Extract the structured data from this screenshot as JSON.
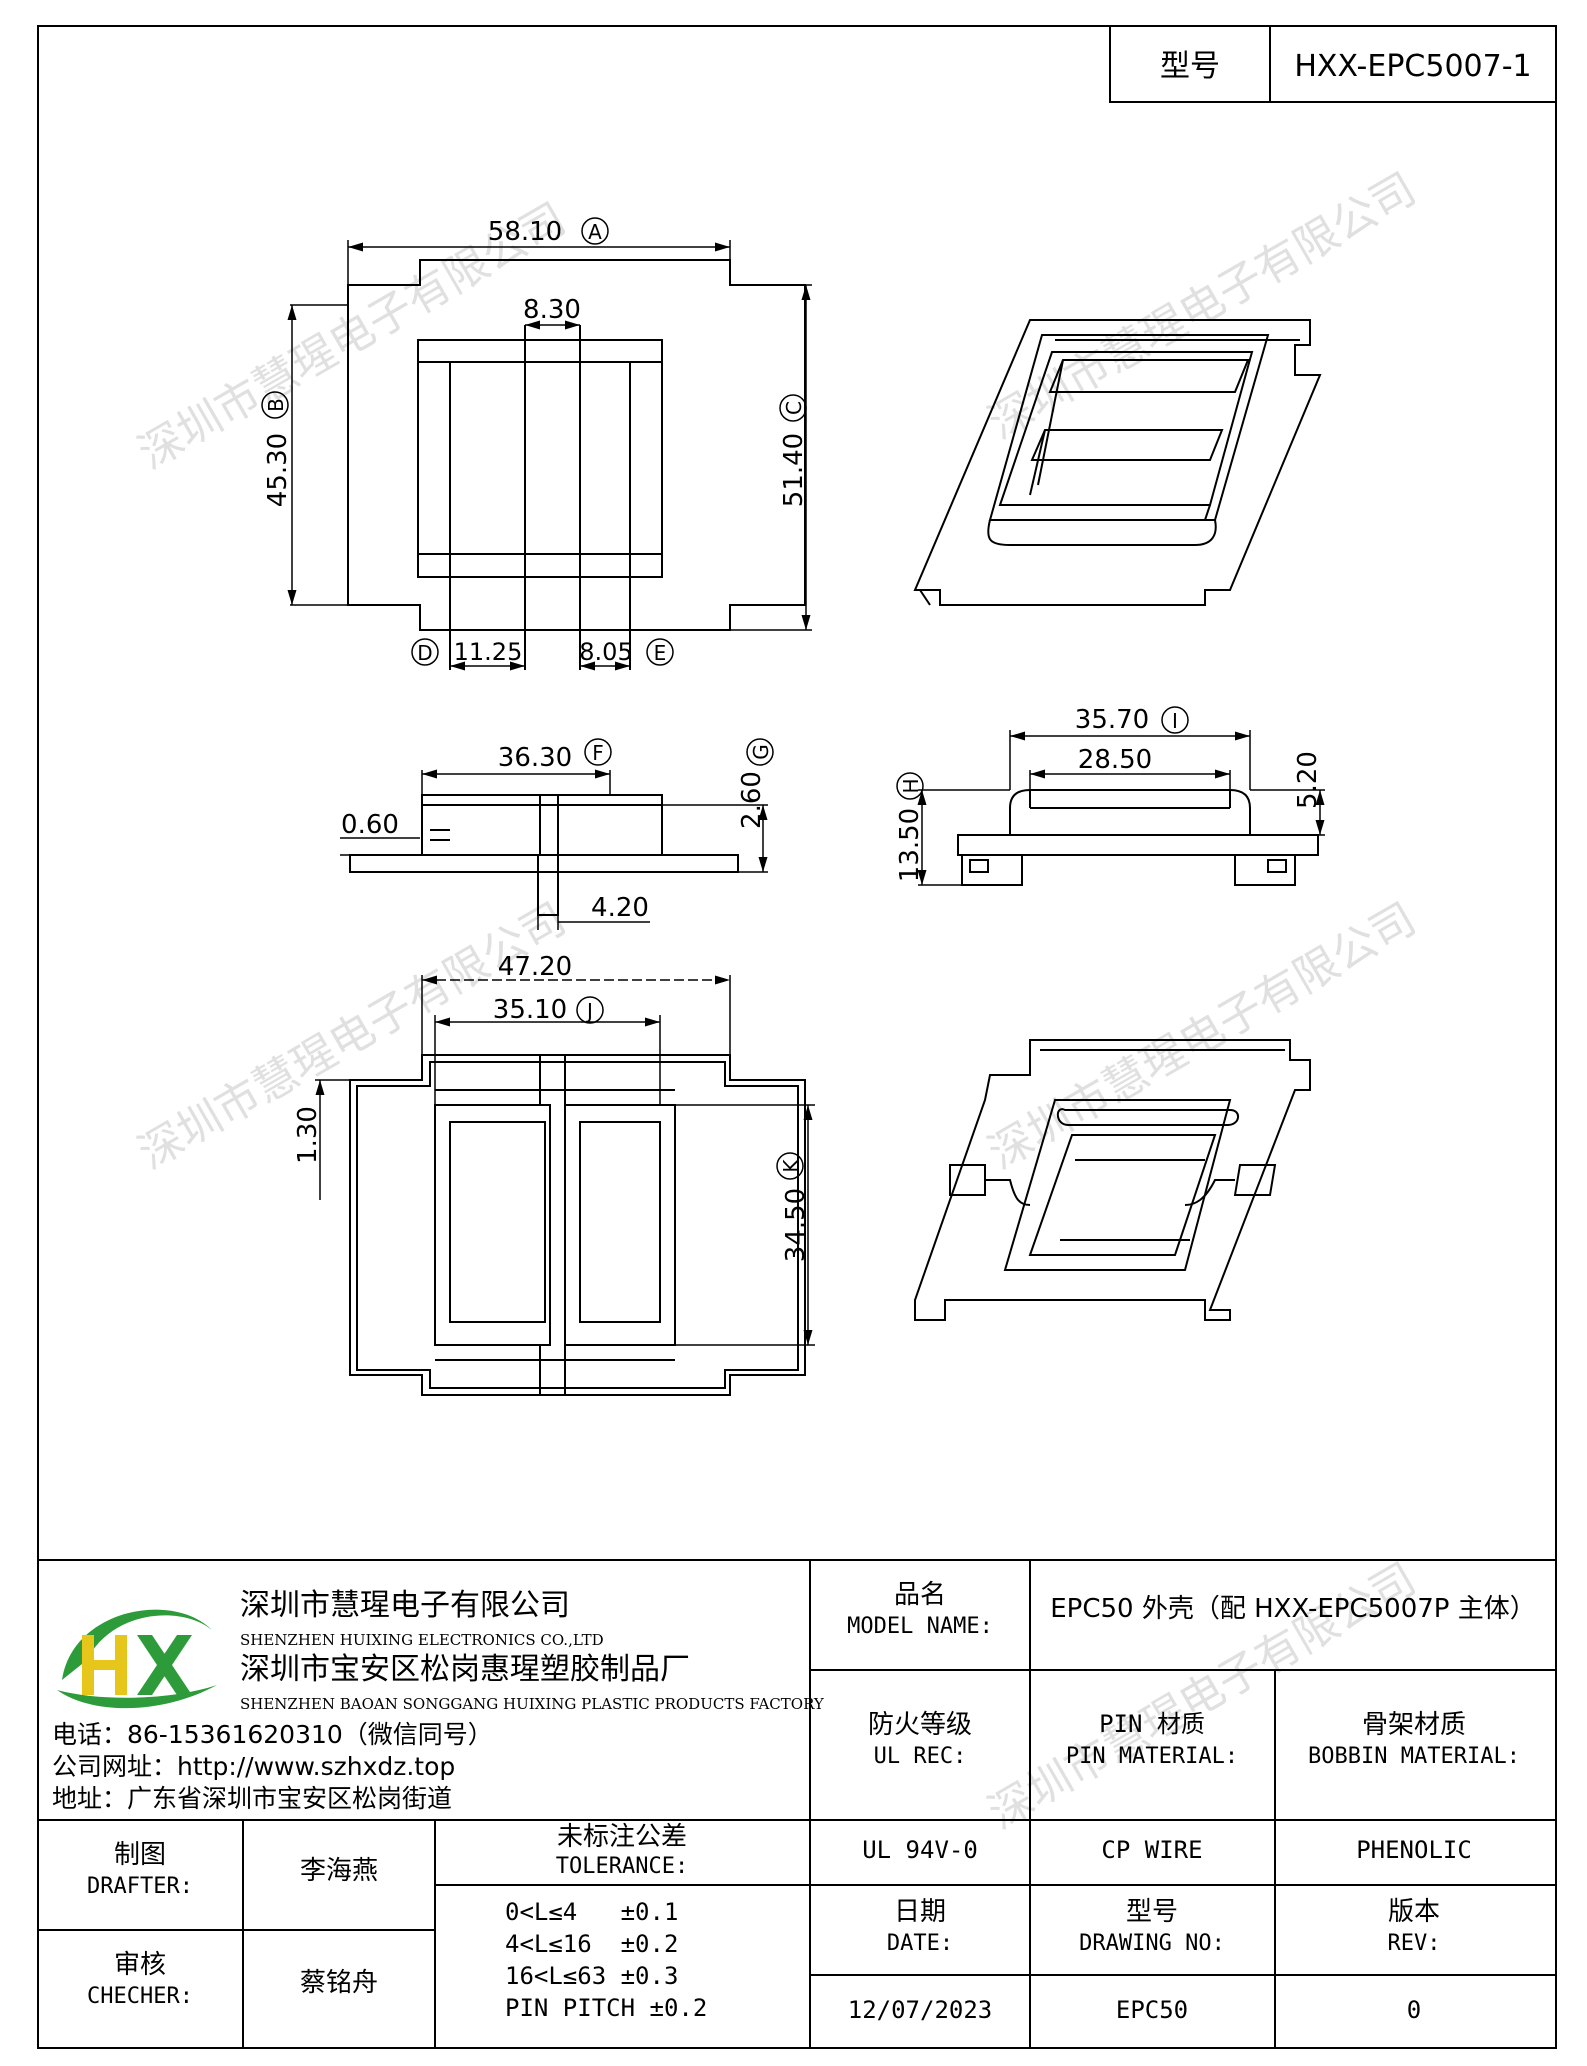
{
  "model_header": {
    "label": "型号",
    "value": "HXX-EPC5007-1"
  },
  "dimensions": {
    "A": "58.10",
    "A_tag": "A",
    "B": "45.30",
    "B_tag": "B",
    "C": "51.40",
    "C_tag": "C",
    "D": "11.25",
    "D_tag": "D",
    "E": "8.05",
    "E_tag": "E",
    "center_width": "8.30",
    "F": "36.30",
    "F_tag": "F",
    "G": "2.60",
    "G_tag": "G",
    "thickness": "0.60",
    "pin_gap": "4.20",
    "I": "35.70",
    "I_tag": "I",
    "inner_top": "28.50",
    "H": "13.50",
    "H_tag": "H",
    "height_right": "5.20",
    "overall_bottom": "47.20",
    "J": "35.10",
    "J_tag": "J",
    "step": "1.30",
    "K": "34.50",
    "K_tag": "K"
  },
  "watermark": "深圳市慧瑆电子有限公司",
  "company": {
    "logo_letters": "HX",
    "name_cn": "深圳市慧瑆电子有限公司",
    "name_en": "SHENZHEN HUIXING ELECTRONICS CO.,LTD",
    "factory_cn": "深圳市宝安区松岗惠瑆塑胶制品厂",
    "factory_en": "SHENZHEN BAOAN SONGGANG HUIXING PLASTIC PRODUCTS FACTORY",
    "phone": "电话：86-15361620310（微信同号）",
    "website": "公司网址：http://www.szhxdz.top",
    "address": "地址：广东省深圳市宝安区松岗街道"
  },
  "title_block": {
    "product_name_cn": "品名",
    "product_name_en": "MODEL NAME:",
    "product_name_value": "EPC50 外壳（配 HXX-EPC5007P 主体）",
    "fire_rating_cn": "防火等级",
    "fire_rating_en": "UL REC:",
    "pin_material_cn": "PIN 材质",
    "pin_material_en": "PIN MATERIAL:",
    "bobbin_material_cn": "骨架材质",
    "bobbin_material_en": "BOBBIN MATERIAL:",
    "fire_rating_value": "UL 94V-0",
    "pin_material_value": "CP WIRE",
    "bobbin_material_value": "PHENOLIC",
    "drafter_cn": "制图",
    "drafter_en": "DRAFTER:",
    "drafter_name": "李海燕",
    "checker_cn": "审核",
    "checker_en": "CHECHER:",
    "checker_name": "蔡铭舟",
    "tolerance_cn": "未标注公差",
    "tolerance_en": "TOLERANCE:",
    "tolerance_rows": [
      "0<L≤4   ±0.1",
      "4<L≤16  ±0.2",
      "16<L≤63 ±0.3",
      "PIN PITCH ±0.2"
    ],
    "date_cn": "日期",
    "date_en": "DATE:",
    "drawing_no_cn": "型号",
    "drawing_no_en": "DRAWING NO:",
    "rev_cn": "版本",
    "rev_en": "REV:",
    "date_value": "12/07/2023",
    "drawing_no_value": "EPC50",
    "rev_value": "0"
  },
  "colors": {
    "logo_green": "#2e9b3a",
    "logo_yellow": "#e6c61a",
    "line": "#000000"
  }
}
